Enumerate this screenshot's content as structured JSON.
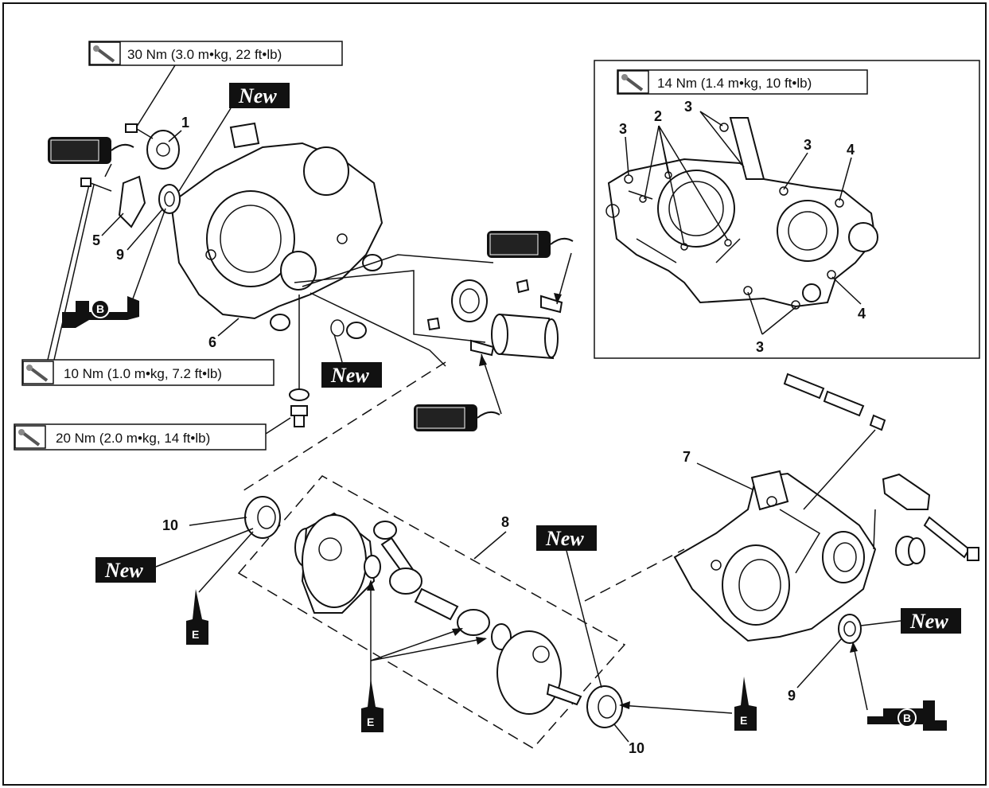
{
  "torque": {
    "t30": "30 Nm (3.0 m•kg, 22 ft•lb)",
    "t14": "14 Nm (1.4 m•kg, 10 ft•lb)",
    "t10": "10 Nm (1.0 m•kg, 7.2 ft•lb)",
    "t20": "20 Nm (2.0 m•kg, 14 ft•lb)"
  },
  "new_label": "New",
  "callouts": {
    "c1": "1",
    "c2": "2",
    "c3": "3",
    "c4": "4",
    "c5": "5",
    "c6": "6",
    "c7": "7",
    "c8": "8",
    "c9": "9",
    "c10": "10"
  },
  "lube": {
    "e": "E",
    "b": "B"
  },
  "icons": [
    "torque-wrench-icon",
    "sealant-tube-icon",
    "grease-gun-icon",
    "oil-can-icon"
  ]
}
